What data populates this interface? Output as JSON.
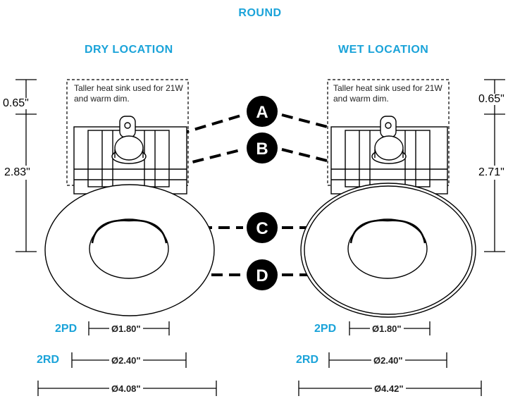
{
  "title": "ROUND",
  "left": {
    "heading": "DRY LOCATION",
    "note": "Taller heat sink used for 21W and warm dim.",
    "dim_top": "0.65\"",
    "dim_body": "2.83\"",
    "code_pd": "2PD",
    "code_rd": "2RD",
    "dia_pd": "Ø1.80\"",
    "dia_rd": "Ø2.40\"",
    "dia_total": "Ø4.08\""
  },
  "right": {
    "heading": "WET LOCATION",
    "note": "Taller heat sink used for 21W and warm dim.",
    "dim_top": "0.65\"",
    "dim_body": "2.71\"",
    "code_pd": "2PD",
    "code_rd": "2RD",
    "dia_pd": "Ø1.80\"",
    "dia_rd": "Ø2.40\"",
    "dia_total": "Ø4.42\""
  },
  "callouts": [
    "A",
    "B",
    "C",
    "D"
  ],
  "colors": {
    "accent": "#1aa3d9",
    "line": "#000000"
  }
}
